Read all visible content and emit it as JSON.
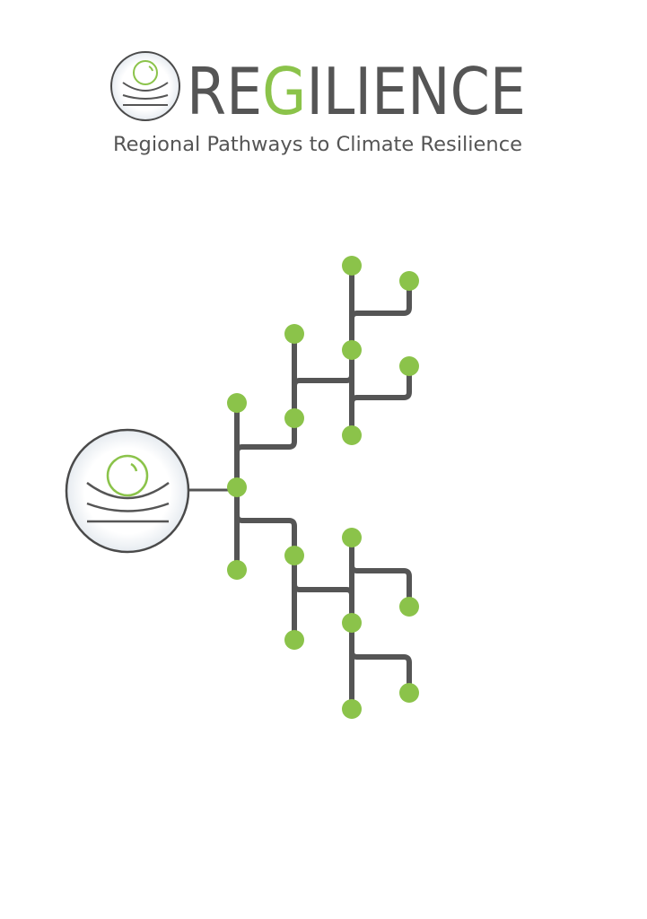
{
  "logo": {
    "wordmark_parts": [
      "RE",
      "G",
      "ILIENCE"
    ],
    "wordmark": "REGILIENCE",
    "tagline": "Regional Pathways to Climate Resilience"
  },
  "colors": {
    "green": "#8bc34a",
    "gray": "#555555",
    "outline": "#4a4a4a"
  },
  "diagram": {
    "description_nodes": 18
  }
}
